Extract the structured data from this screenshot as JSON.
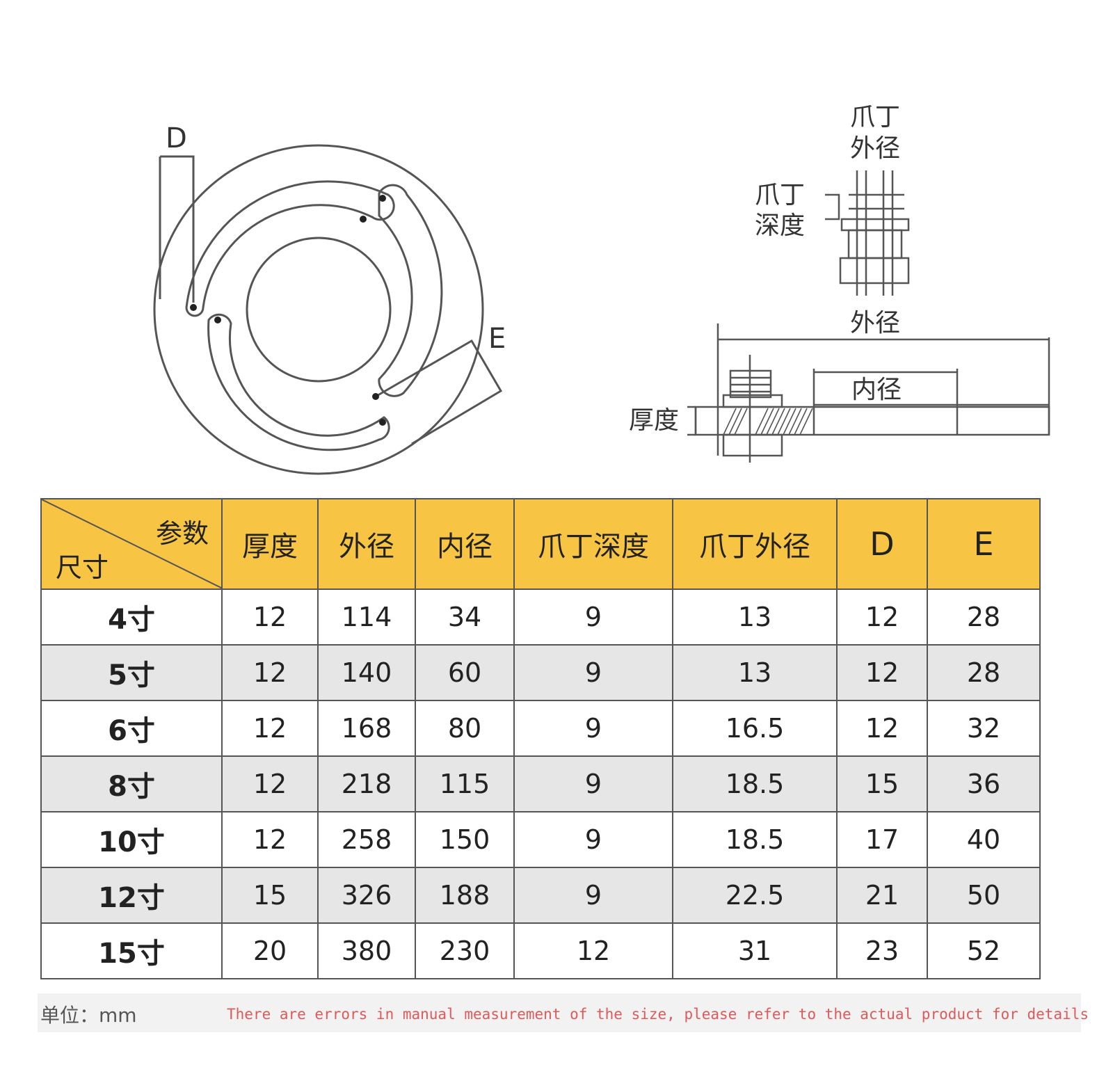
{
  "diagram_left": {
    "label_d": "D",
    "label_e": "E"
  },
  "diagram_right": {
    "claw_outer_dia": [
      "爪丁",
      "外径"
    ],
    "claw_depth": [
      "爪丁",
      "深度"
    ],
    "outer_dia": "外径",
    "inner_dia": "内径",
    "thickness": "厚度"
  },
  "table": {
    "corner_top": "参数",
    "corner_bottom": "尺寸",
    "headers": [
      "厚度",
      "外径",
      "内径",
      "爪丁深度",
      "爪丁外径",
      "D",
      "E"
    ],
    "rows": [
      [
        "4寸",
        "12",
        "114",
        "34",
        "9",
        "13",
        "12",
        "28"
      ],
      [
        "5寸",
        "12",
        "140",
        "60",
        "9",
        "13",
        "12",
        "28"
      ],
      [
        "6寸",
        "12",
        "168",
        "80",
        "9",
        "16.5",
        "12",
        "32"
      ],
      [
        "8寸",
        "12",
        "218",
        "115",
        "9",
        "18.5",
        "15",
        "36"
      ],
      [
        "10寸",
        "12",
        "258",
        "150",
        "9",
        "18.5",
        "17",
        "40"
      ],
      [
        "12寸",
        "15",
        "326",
        "188",
        "9",
        "22.5",
        "21",
        "50"
      ],
      [
        "15寸",
        "20",
        "380",
        "230",
        "12",
        "31",
        "23",
        "52"
      ]
    ]
  },
  "footer": {
    "unit": "单位：mm",
    "note": "There are errors in manual measurement of the size, please refer to the actual product for details"
  },
  "colors": {
    "header_bg": "#f8c443",
    "alt_row_bg": "#e6e6e6",
    "note_text": "#e05858"
  }
}
